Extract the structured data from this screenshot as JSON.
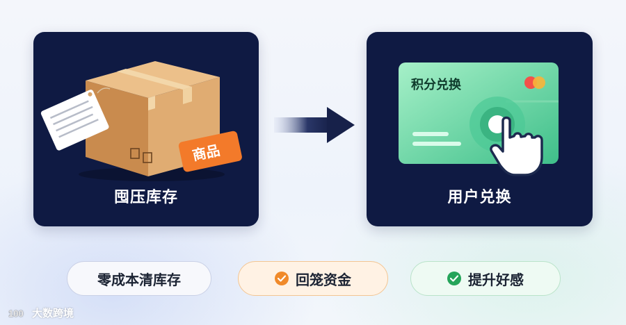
{
  "left_panel": {
    "caption": "囤压库存",
    "tag_text": "商品"
  },
  "right_panel": {
    "caption": "用户兑换",
    "card_title": "积分兑换"
  },
  "pills": [
    {
      "label": "零成本清库存",
      "icon": "none"
    },
    {
      "label": "回笼资金",
      "icon": "check-circle-icon"
    },
    {
      "label": "提升好感",
      "icon": "check-circle-icon"
    }
  ],
  "watermark": {
    "text": "大数跨境",
    "logo_text": "100"
  },
  "colors": {
    "panel_bg": "#0f1a43",
    "box": "#d8a46a",
    "tag": "#f37a2a",
    "card": "#5ed3a1",
    "arrow": "#1e2a55",
    "orange_check": "#f08a2a",
    "green_check": "#25a45a"
  }
}
